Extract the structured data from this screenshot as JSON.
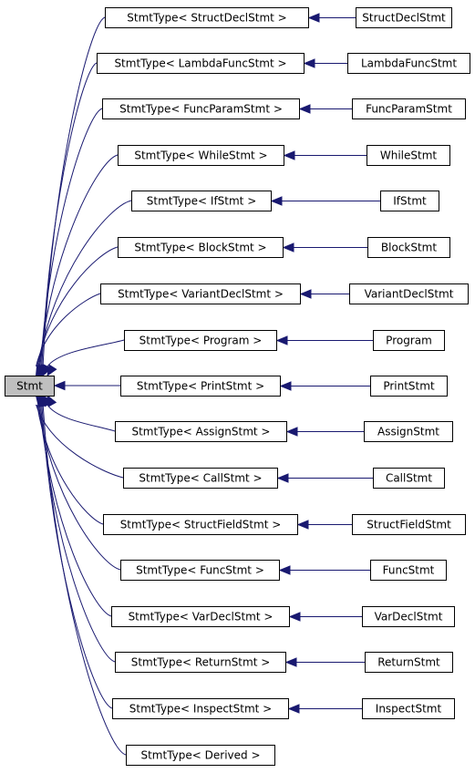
{
  "diagram": {
    "root": {
      "label": "Stmt"
    },
    "templates": [
      {
        "id": "t0",
        "label": "StmtType< StructDeclStmt >"
      },
      {
        "id": "t1",
        "label": "StmtType< LambdaFuncStmt >"
      },
      {
        "id": "t2",
        "label": "StmtType< FuncParamStmt >"
      },
      {
        "id": "t3",
        "label": "StmtType< WhileStmt >"
      },
      {
        "id": "t4",
        "label": "StmtType< IfStmt >"
      },
      {
        "id": "t5",
        "label": "StmtType< BlockStmt >"
      },
      {
        "id": "t6",
        "label": "StmtType< VariantDeclStmt >"
      },
      {
        "id": "t7",
        "label": "StmtType< Program >"
      },
      {
        "id": "t8",
        "label": "StmtType< PrintStmt >"
      },
      {
        "id": "t9",
        "label": "StmtType< AssignStmt >"
      },
      {
        "id": "t10",
        "label": "StmtType< CallStmt >"
      },
      {
        "id": "t11",
        "label": "StmtType< StructFieldStmt >"
      },
      {
        "id": "t12",
        "label": "StmtType< FuncStmt >"
      },
      {
        "id": "t13",
        "label": "StmtType< VarDeclStmt >"
      },
      {
        "id": "t14",
        "label": "StmtType< ReturnStmt >"
      },
      {
        "id": "t15",
        "label": "StmtType< InspectStmt >"
      },
      {
        "id": "t16",
        "label": "StmtType< Derived >"
      }
    ],
    "leaves": [
      {
        "id": "l0",
        "label": "StructDeclStmt",
        "parent": "t0"
      },
      {
        "id": "l1",
        "label": "LambdaFuncStmt",
        "parent": "t1"
      },
      {
        "id": "l2",
        "label": "FuncParamStmt",
        "parent": "t2"
      },
      {
        "id": "l3",
        "label": "WhileStmt",
        "parent": "t3"
      },
      {
        "id": "l4",
        "label": "IfStmt",
        "parent": "t4"
      },
      {
        "id": "l5",
        "label": "BlockStmt",
        "parent": "t5"
      },
      {
        "id": "l6",
        "label": "VariantDeclStmt",
        "parent": "t6"
      },
      {
        "id": "l7",
        "label": "Program",
        "parent": "t7"
      },
      {
        "id": "l8",
        "label": "PrintStmt",
        "parent": "t8"
      },
      {
        "id": "l9",
        "label": "AssignStmt",
        "parent": "t9"
      },
      {
        "id": "l10",
        "label": "CallStmt",
        "parent": "t10"
      },
      {
        "id": "l11",
        "label": "StructFieldStmt",
        "parent": "t11"
      },
      {
        "id": "l12",
        "label": "FuncStmt",
        "parent": "t12"
      },
      {
        "id": "l13",
        "label": "VarDeclStmt",
        "parent": "t13"
      },
      {
        "id": "l14",
        "label": "ReturnStmt",
        "parent": "t14"
      },
      {
        "id": "l15",
        "label": "InspectStmt",
        "parent": "t15"
      }
    ],
    "colors": {
      "edge": "#191970",
      "root_fill": "#bfbfbf",
      "box_stroke": "#000000"
    }
  }
}
